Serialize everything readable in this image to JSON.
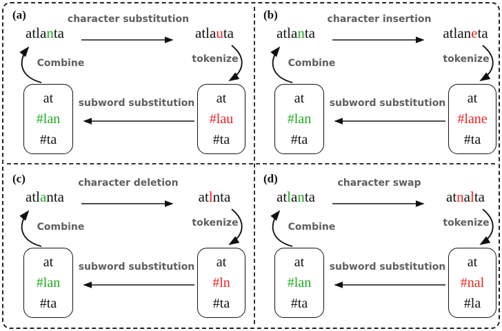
{
  "colors": {
    "green": "#1faa1f",
    "red": "#ee2222",
    "gray": "#5e5e5e",
    "ink": "#111111"
  },
  "panels": [
    {
      "label": "(a)",
      "title": "character substitution",
      "tokenize_label": "tokenize",
      "combine_label": "Combine",
      "subst_label": "subword substitution",
      "orig_word": [
        {
          "t": "atla"
        },
        {
          "t": "n",
          "c": "g"
        },
        {
          "t": "ta"
        }
      ],
      "pert_word": [
        {
          "t": "atla"
        },
        {
          "t": "u",
          "c": "r"
        },
        {
          "t": "ta"
        }
      ],
      "right_box": [
        [
          {
            "t": "at"
          }
        ],
        [
          {
            "t": "#lau",
            "c": "r"
          }
        ],
        [
          {
            "t": "#ta"
          }
        ]
      ],
      "left_box": [
        [
          {
            "t": "at"
          }
        ],
        [
          {
            "t": "#lan",
            "c": "g"
          }
        ],
        [
          {
            "t": "#ta"
          }
        ]
      ]
    },
    {
      "label": "(b)",
      "title": "character insertion",
      "tokenize_label": "tokenize",
      "combine_label": "Combine",
      "subst_label": "subword substitution",
      "orig_word": [
        {
          "t": "atla"
        },
        {
          "t": "n",
          "c": "g"
        },
        {
          "t": "ta"
        }
      ],
      "pert_word": [
        {
          "t": "atlan"
        },
        {
          "t": "e",
          "c": "r"
        },
        {
          "t": "ta"
        }
      ],
      "right_box": [
        [
          {
            "t": "at"
          }
        ],
        [
          {
            "t": "#lane",
            "c": "r"
          }
        ],
        [
          {
            "t": "#ta"
          }
        ]
      ],
      "left_box": [
        [
          {
            "t": "at"
          }
        ],
        [
          {
            "t": "#lan",
            "c": "g"
          }
        ],
        [
          {
            "t": "#ta"
          }
        ]
      ]
    },
    {
      "label": "(c)",
      "title": "character deletion",
      "tokenize_label": "tokenize",
      "combine_label": "Combine",
      "subst_label": "subword substitution",
      "orig_word": [
        {
          "t": "atl"
        },
        {
          "t": "a",
          "c": "g"
        },
        {
          "t": "nta"
        }
      ],
      "pert_word": [
        {
          "t": "at"
        },
        {
          "t": "l",
          "c": "r"
        },
        {
          "t": "nta"
        }
      ],
      "right_box": [
        [
          {
            "t": "at"
          }
        ],
        [
          {
            "t": "#ln",
            "c": "r"
          }
        ],
        [
          {
            "t": "#ta"
          }
        ]
      ],
      "left_box": [
        [
          {
            "t": "at"
          }
        ],
        [
          {
            "t": "#lan",
            "c": "g"
          }
        ],
        [
          {
            "t": "#ta"
          }
        ]
      ]
    },
    {
      "label": "(d)",
      "title": "character swap",
      "tokenize_label": "tokenize",
      "combine_label": "Combine",
      "subst_label": "subword substitution",
      "orig_word": [
        {
          "t": "at"
        },
        {
          "t": "l",
          "c": "g"
        },
        {
          "t": "a"
        },
        {
          "t": "n",
          "c": "g"
        },
        {
          "t": "ta"
        }
      ],
      "pert_word": [
        {
          "t": "at"
        },
        {
          "t": "n",
          "c": "r"
        },
        {
          "t": "a"
        },
        {
          "t": "l",
          "c": "r"
        },
        {
          "t": "ta"
        }
      ],
      "right_box": [
        [
          {
            "t": "at"
          }
        ],
        [
          {
            "t": "#nal",
            "c": "r"
          }
        ],
        [
          {
            "t": "#la"
          }
        ]
      ],
      "left_box": [
        [
          {
            "t": "at"
          }
        ],
        [
          {
            "t": "#lan",
            "c": "g"
          }
        ],
        [
          {
            "t": "#ta"
          }
        ]
      ]
    }
  ]
}
